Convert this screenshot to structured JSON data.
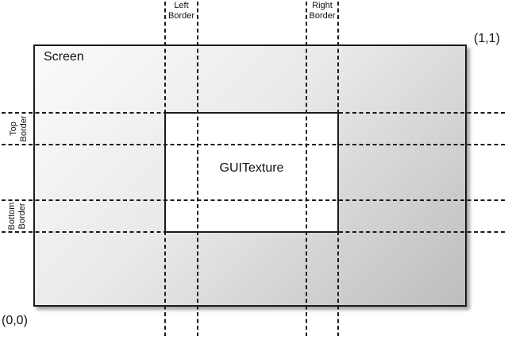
{
  "diagram": {
    "screen": {
      "label": "Screen",
      "fill_start": "#fbfbfb",
      "fill_end": "#bdbdbd"
    },
    "texture": {
      "label": "GUITexture",
      "fill": "#ffffff"
    },
    "coords": {
      "top_right": "(1,1)",
      "bottom_left": "(0,0)"
    },
    "borders": {
      "left": {
        "label": "Left Border"
      },
      "right": {
        "label": "Right Border"
      },
      "top": {
        "label": "Top Border"
      },
      "bottom": {
        "label": "Bottom Border"
      }
    },
    "colors": {
      "line": "#1b1b1b",
      "background": "#ffffff"
    }
  }
}
